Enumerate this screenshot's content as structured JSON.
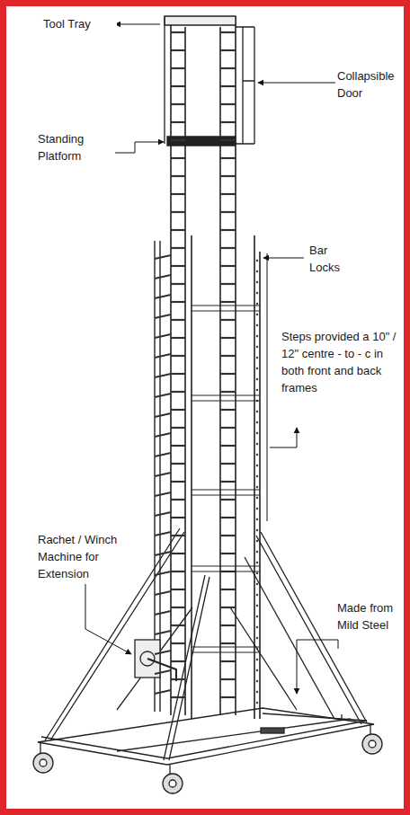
{
  "diagram": {
    "labels": [
      "Tool Tray",
      "Collapsible Door",
      "Standing Platform",
      "Bar Locks",
      "Steps provided a 10\" / 12\" centre - to - c in both front and back frames",
      "Rachet / Winch Machine for Extension",
      "Made from Mild Steel"
    ]
  }
}
